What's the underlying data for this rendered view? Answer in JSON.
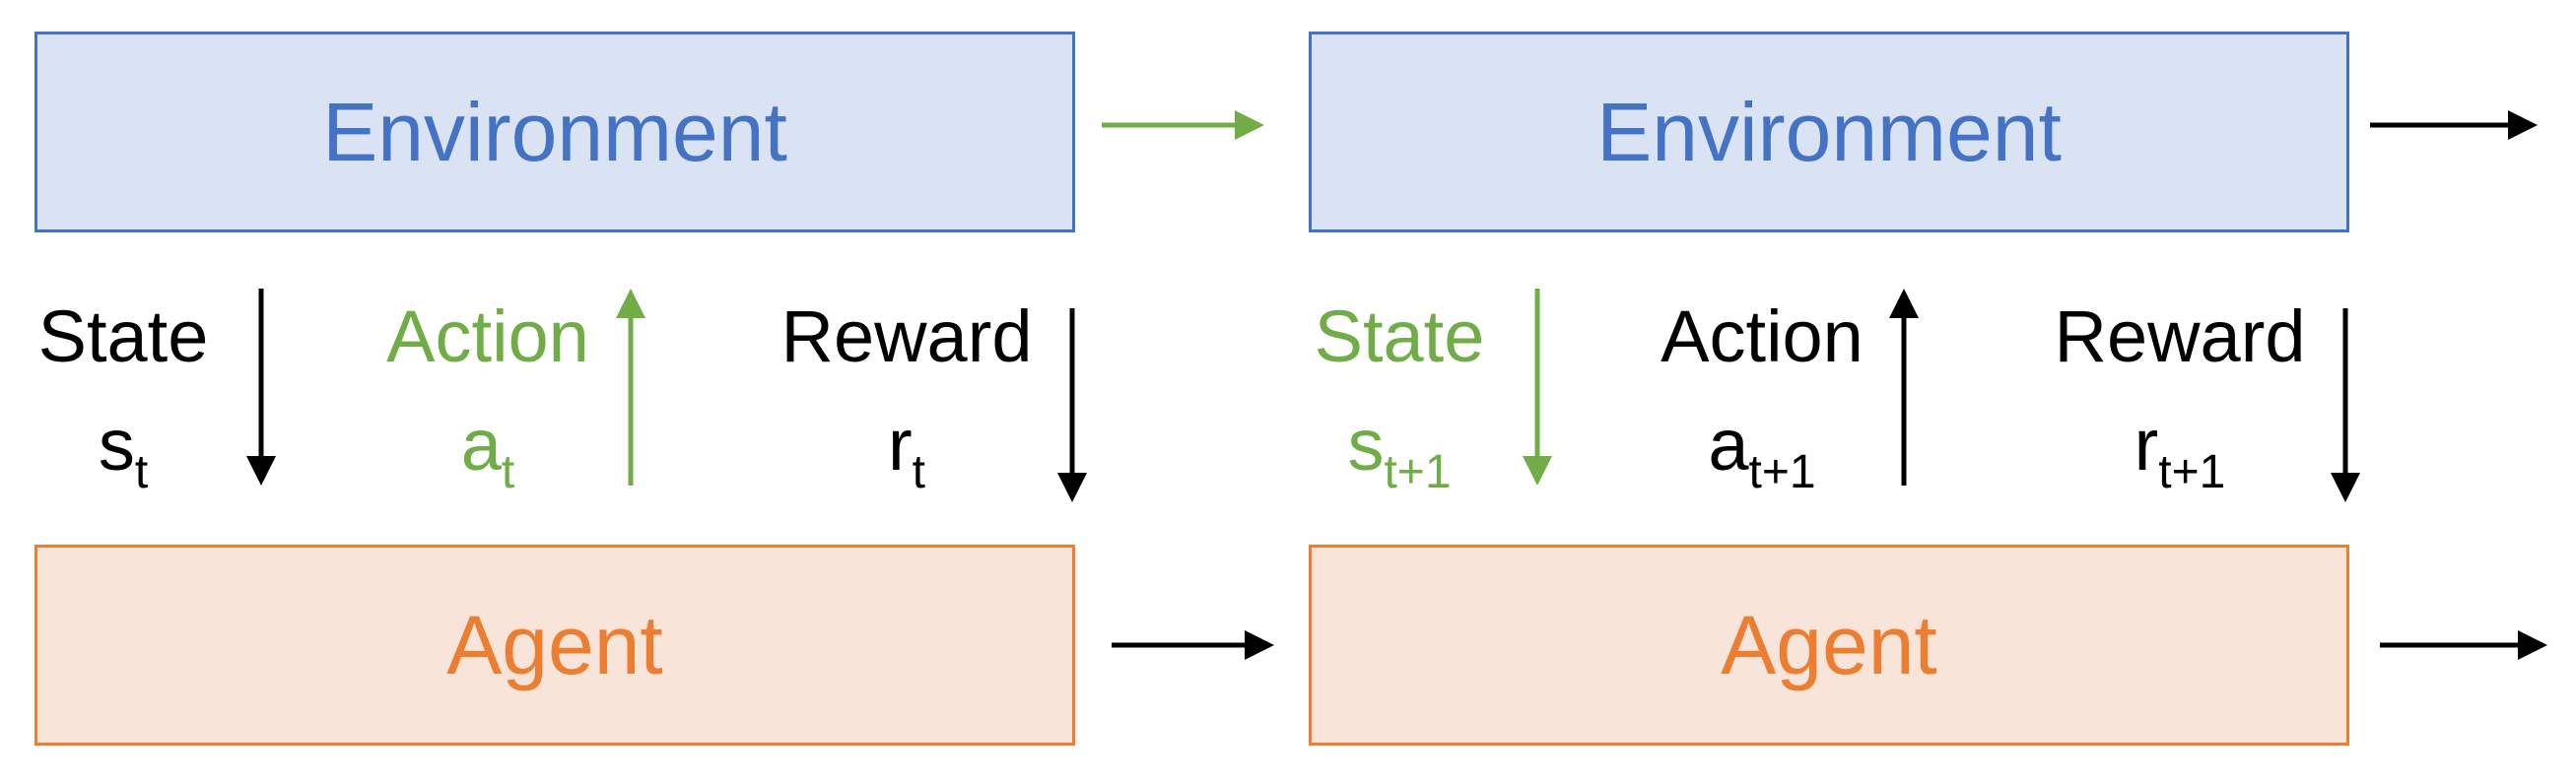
{
  "steps": [
    {
      "environment": "Environment",
      "agent": "Agent",
      "state": {
        "label": "State",
        "symbol": "s",
        "subscript": "t"
      },
      "action": {
        "label": "Action",
        "symbol": "a",
        "subscript": "t"
      },
      "reward": {
        "label": "Reward",
        "symbol": "r",
        "subscript": "t"
      }
    },
    {
      "environment": "Environment",
      "agent": "Agent",
      "state": {
        "label": "State",
        "symbol": "s",
        "subscript": "t+1"
      },
      "action": {
        "label": "Action",
        "symbol": "a",
        "subscript": "t+1"
      },
      "reward": {
        "label": "Reward",
        "symbol": "r",
        "subscript": "t+1"
      }
    }
  ],
  "colors": {
    "environment_fill": "#dae3f3",
    "environment_border": "#4472c4",
    "agent_fill": "#f8e4d8",
    "agent_border": "#ed7d31",
    "highlight": "#70ad47",
    "arrow": "#000000"
  }
}
